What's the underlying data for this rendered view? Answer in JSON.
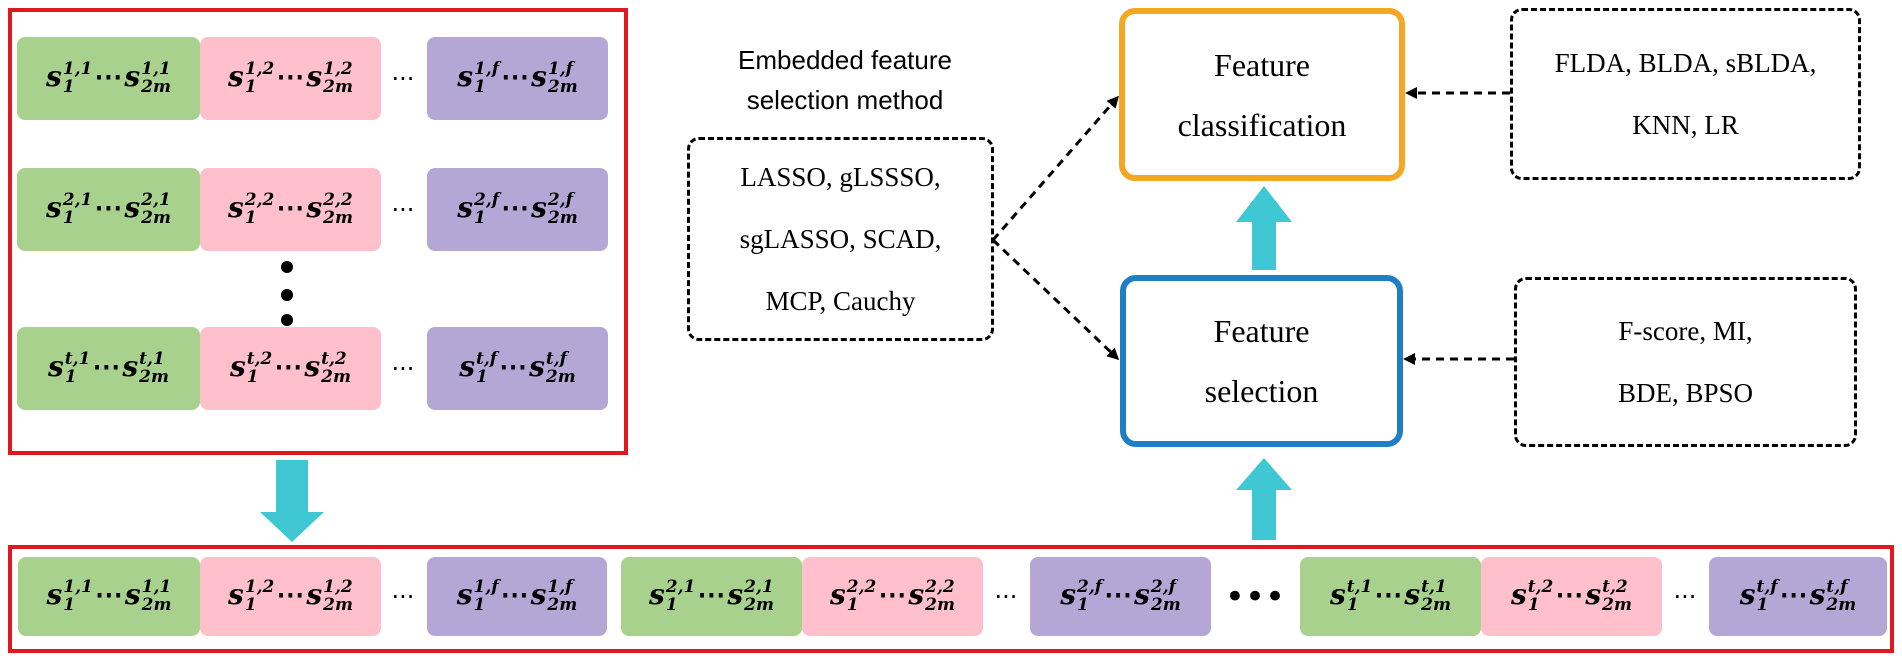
{
  "colors": {
    "green": "#a9d18e",
    "pink": "#ffc0cb",
    "purple": "#b4a7d6",
    "red_frame": "#e0191f",
    "orange": "#f5a623",
    "blue": "#1f7fc4",
    "arrow": "#3fc7d4"
  },
  "matrix_rows": [
    {
      "groups": [
        {
          "color": "green",
          "sup": "1,1"
        },
        {
          "color": "pink",
          "sup": "1,2"
        },
        {
          "color": "purple",
          "sup": "1,f"
        }
      ]
    },
    {
      "groups": [
        {
          "color": "green",
          "sup": "2,1"
        },
        {
          "color": "pink",
          "sup": "2,2"
        },
        {
          "color": "purple",
          "sup": "2,f"
        }
      ]
    },
    {
      "groups": [
        {
          "color": "green",
          "sup": "t,1"
        },
        {
          "color": "pink",
          "sup": "t,2"
        },
        {
          "color": "purple",
          "sup": "t,f"
        }
      ]
    }
  ],
  "bottom_row": [
    {
      "color": "green",
      "sup": "1,1"
    },
    {
      "color": "pink",
      "sup": "1,2"
    },
    {
      "color": "purple",
      "sup": "1,f"
    },
    {
      "color": "green",
      "sup": "2,1"
    },
    {
      "color": "pink",
      "sup": "2,2"
    },
    {
      "color": "purple",
      "sup": "2,f"
    },
    {
      "color": "green",
      "sup": "t,1"
    },
    {
      "color": "pink",
      "sup": "t,2"
    },
    {
      "color": "purple",
      "sup": "t,f"
    }
  ],
  "symbols": {
    "s": "s",
    "sub1": "1",
    "sub2m": "2m",
    "cdots": "⋯",
    "ellipsis": "···",
    "big_ellipsis": "•••"
  },
  "embedded": {
    "caption_line1": "Embedded feature",
    "caption_line2": "selection method",
    "line1": "LASSO, gLSSSO,",
    "line2": "sgLASSO, SCAD,",
    "line3": "MCP, Cauchy"
  },
  "classification": {
    "line1": "Feature",
    "line2": "classification"
  },
  "selection": {
    "line1": "Feature",
    "line2": "selection"
  },
  "classifiers": {
    "line1": "FLDA, BLDA, sBLDA,",
    "line2": "KNN, LR"
  },
  "selectors": {
    "line1": "F-score, MI,",
    "line2": "BDE, BPSO"
  }
}
